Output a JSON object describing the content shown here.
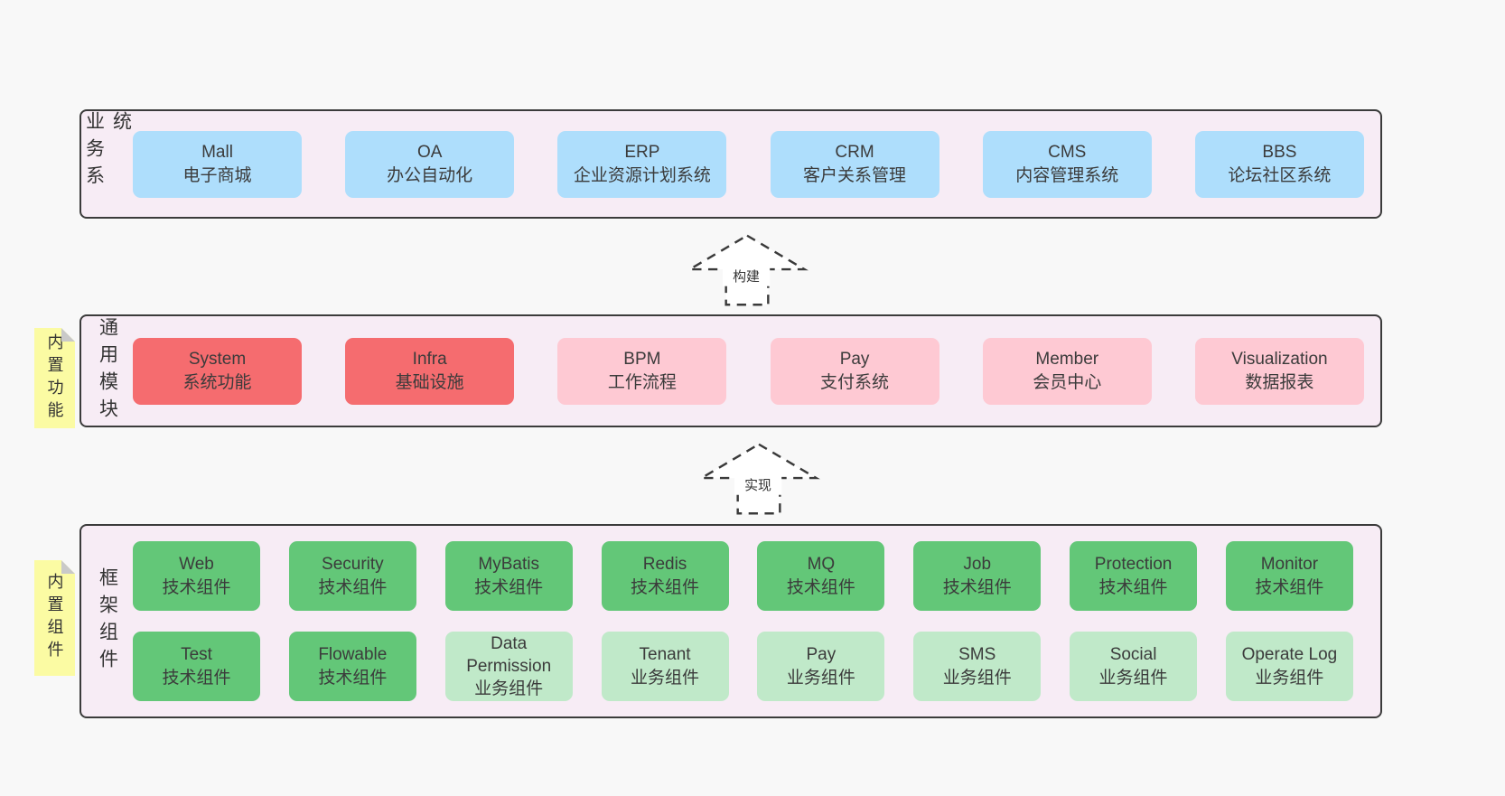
{
  "colors": {
    "page_bg": "#f8f8f8",
    "band_bg": "#f7ecf5",
    "band_border": "#3b3b3b",
    "blue": "#aedefc",
    "red": "#f56c6f",
    "pink": "#fec9d3",
    "green_dark": "#63c778",
    "green_light": "#c0e9c9",
    "yellow_note": "#fbfba3",
    "note_fold": "#c9c9c9"
  },
  "arrows": [
    {
      "label": "构建"
    },
    {
      "label": "实现"
    }
  ],
  "bands": [
    {
      "label": "业务系统",
      "boxes": [
        {
          "en": "Mall",
          "zh": "电子商城"
        },
        {
          "en": "OA",
          "zh": "办公自动化"
        },
        {
          "en": "ERP",
          "zh": "企业资源计划系统"
        },
        {
          "en": "CRM",
          "zh": "客户关系管理"
        },
        {
          "en": "CMS",
          "zh": "内容管理系统"
        },
        {
          "en": "BBS",
          "zh": "论坛社区系统"
        }
      ]
    },
    {
      "label": "通用模块",
      "note": "内置功能",
      "boxes": [
        {
          "en": "System",
          "zh": "系统功能"
        },
        {
          "en": "Infra",
          "zh": "基础设施"
        },
        {
          "en": "BPM",
          "zh": "工作流程"
        },
        {
          "en": "Pay",
          "zh": "支付系统"
        },
        {
          "en": "Member",
          "zh": "会员中心"
        },
        {
          "en": "Visualization",
          "zh": "数据报表"
        }
      ]
    },
    {
      "label": "框架组件",
      "note": "内置组件",
      "rows": [
        [
          {
            "en": "Web",
            "zh": "技术组件"
          },
          {
            "en": "Security",
            "zh": "技术组件"
          },
          {
            "en": "MyBatis",
            "zh": "技术组件"
          },
          {
            "en": "Redis",
            "zh": "技术组件"
          },
          {
            "en": "MQ",
            "zh": "技术组件"
          },
          {
            "en": "Job",
            "zh": "技术组件"
          },
          {
            "en": "Protection",
            "zh": "技术组件"
          },
          {
            "en": "Monitor",
            "zh": "技术组件"
          }
        ],
        [
          {
            "en": "Test",
            "zh": "技术组件"
          },
          {
            "en": "Flowable",
            "zh": "技术组件"
          },
          {
            "en": "Data Permission",
            "zh": "业务组件"
          },
          {
            "en": "Tenant",
            "zh": "业务组件"
          },
          {
            "en": "Pay",
            "zh": "业务组件"
          },
          {
            "en": "SMS",
            "zh": "业务组件"
          },
          {
            "en": "Social",
            "zh": "业务组件"
          },
          {
            "en": "Operate Log",
            "zh": "业务组件"
          }
        ]
      ]
    }
  ]
}
